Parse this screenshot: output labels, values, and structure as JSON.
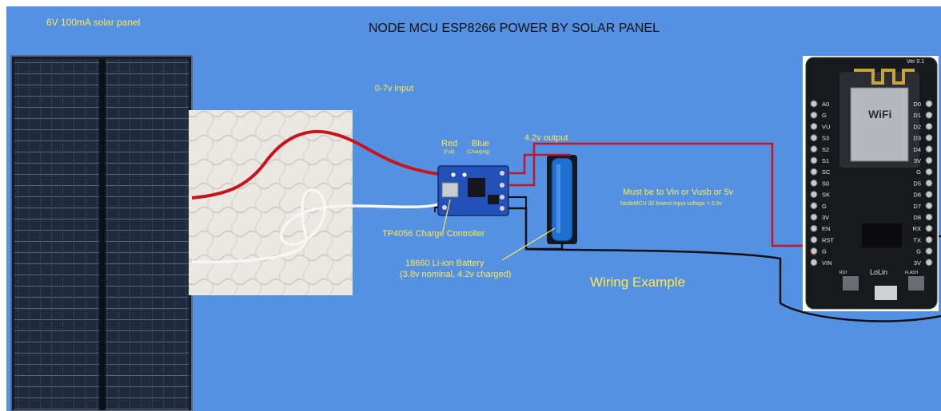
{
  "title": "NODE MCU ESP8266 POWER BY SOLAR PANEL",
  "labels": {
    "solar_panel": "6V 100mA solar panel",
    "input_range": "0-7v input",
    "output_voltage": "4.2v output",
    "led_red": "Red",
    "led_red_sub": "(Full)",
    "led_blue": "Blue",
    "led_blue_sub": "(Charging)",
    "controller": "TP4056 Charge Controller",
    "battery_line1": "18660 Li-ion Battery",
    "battery_line2": "(3.8v nominal, 4.2v charged)",
    "note_line1": "Must be to Vin or Vusb or 5v",
    "note_line2": "NodeMCU 32 lowest input voltage = 3.9v",
    "wiring_example": "Wiring Example"
  },
  "board": {
    "version": "Ver 0.1",
    "brand": "LoLin",
    "module": "WiFi",
    "pins_left": [
      "A0",
      "G",
      "VU",
      "S3",
      "S2",
      "S1",
      "SC",
      "S0",
      "SK",
      "G",
      "3V",
      "EN",
      "RST",
      "G",
      "VIN"
    ],
    "pins_right": [
      "D0",
      "D1",
      "D2",
      "D3",
      "D4",
      "3V",
      "G",
      "D5",
      "D6",
      "D7",
      "D8",
      "RX",
      "TX",
      "G",
      "3V"
    ],
    "button_left": "RST",
    "button_right": "FLASH"
  },
  "colors": {
    "background": "#5591e3",
    "label_yellow": "#ffe94a",
    "wire_red": "#c8141e",
    "wire_black": "#101010",
    "battery_blue": "#1e6fd0"
  }
}
